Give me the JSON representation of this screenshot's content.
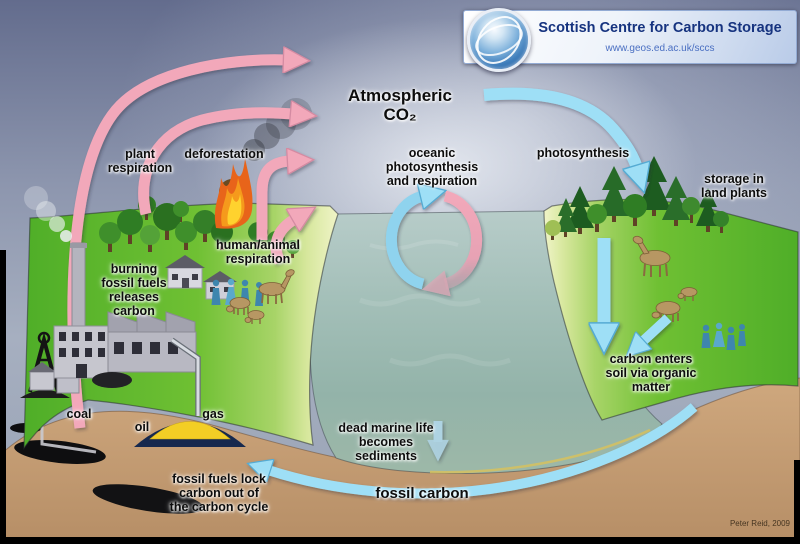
{
  "banner": {
    "title": "Scottish Centre for Carbon Storage",
    "url": "www.geos.ed.ac.uk/sccs",
    "logo_name": "globe-logo"
  },
  "labels": {
    "atmospheric_co2": "Atmospheric\nCO₂",
    "plant_respiration": "plant\nrespiration",
    "deforestation": "deforestation",
    "human_animal_respiration": "human/animal\nrespiration",
    "burning_fossil_fuels": "burning\nfossil fuels\nreleases\ncarbon",
    "oceanic_photosynthesis": "oceanic\nphotosynthesis\nand respiration",
    "photosynthesis": "photosynthesis",
    "storage_in_land_plants": "storage in\nland plants",
    "carbon_enters_soil": "carbon enters\nsoil via organic\nmatter",
    "coal": "coal",
    "oil": "oil",
    "gas": "gas",
    "dead_marine_life": "dead marine life\nbecomes\nsediments",
    "fossil_fuels_lock": "fossil fuels lock\ncarbon out of\nthe carbon cycle",
    "fossil_carbon": "fossil carbon",
    "credit": "Peter Reid, 2009"
  },
  "colors": {
    "emission_arrow_pink": "#f2a8ba",
    "absorption_arrow_blue": "#9edff6",
    "land_green": "#6fc033",
    "shore_pale": "#f0f4c8",
    "ocean_teal": "#9db8b0",
    "sand_brown": "#c9a176",
    "sky_blue_gray": "#8d96ae",
    "banner_title_blue": "#16337f",
    "oil_navy": "#16294e",
    "gas_yellow": "#f3ce25"
  }
}
